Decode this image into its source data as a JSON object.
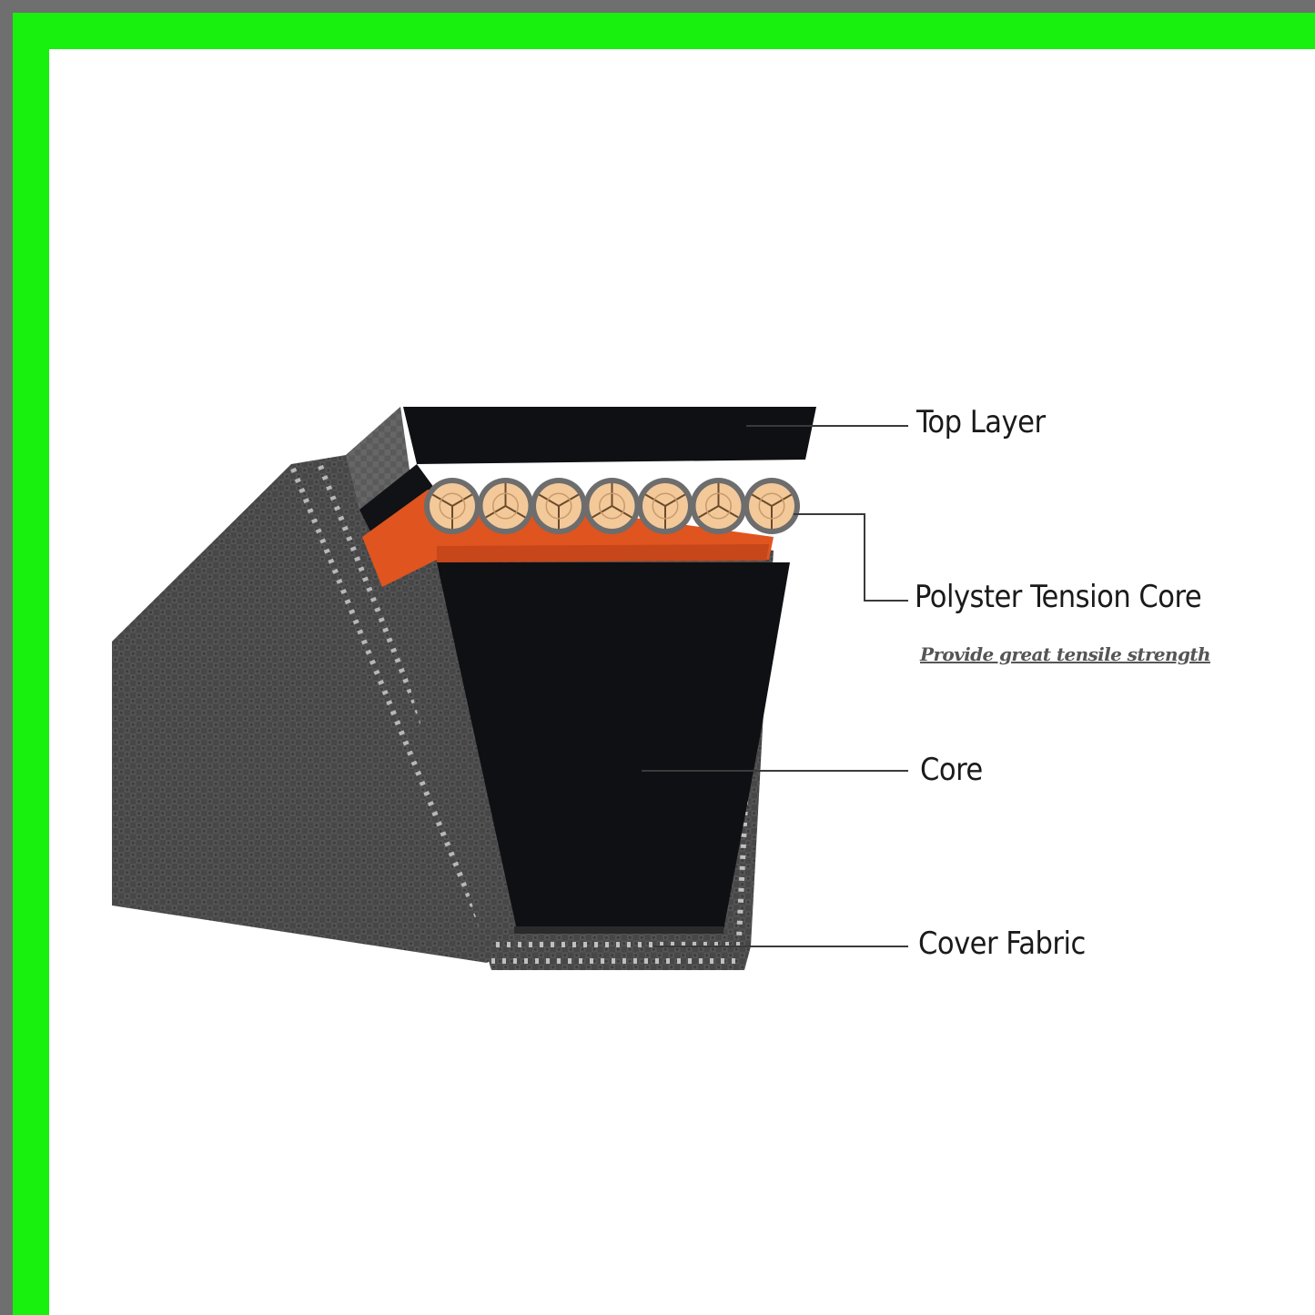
{
  "diagram": {
    "labels": {
      "top_layer": "Top Layer",
      "tension_core": "Polyster Tension Core",
      "tension_core_note": "Provide great tensile strength",
      "core": "Core",
      "cover_fabric": "Cover Fabric"
    },
    "colors": {
      "frame_outer": "#6f6f6f",
      "frame_accent": "#18f00e",
      "fabric": "#4a4a4a",
      "rubber": "#0f1014",
      "cushion": "#e0541f",
      "cord": "#f3c99a"
    },
    "cord_count": 7
  }
}
